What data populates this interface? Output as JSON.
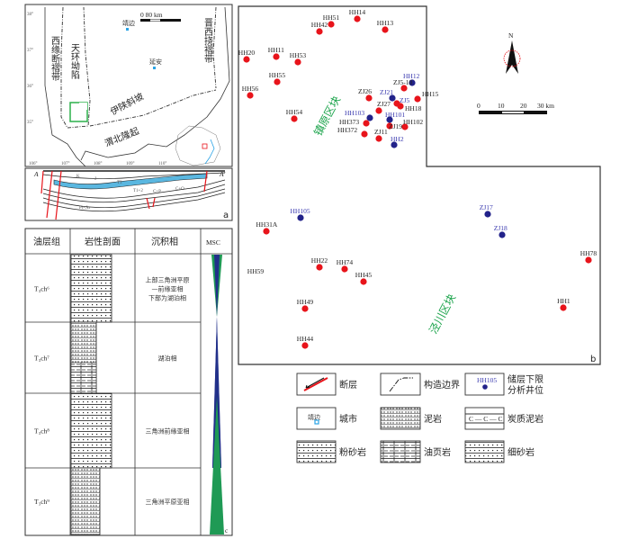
{
  "panel_a": {
    "panel_letter": "a",
    "scale_label": "0    80 km",
    "regions": [
      "西缘断褶带",
      "天环坳陷",
      "伊陕斜坡",
      "晋西挠褶带",
      "渭北隆起"
    ],
    "cities": [
      "靖边",
      "延安"
    ],
    "lat_ticks": [
      "38°",
      "37°",
      "36°",
      "35°"
    ],
    "lon_ticks": [
      "106°",
      "107°",
      "108°",
      "109°",
      "110°"
    ],
    "section_ends": [
      "A",
      "A'"
    ],
    "strata": [
      "K",
      "J",
      "T3",
      "T1+2",
      "C+P",
      "C+O",
      "Pt+Ar"
    ]
  },
  "panel_b": {
    "panel_letter": "b",
    "north_label": "N",
    "scale_ticks": [
      "0",
      "10",
      "20",
      "30 km"
    ],
    "blocks": [
      "镇原区块",
      "泾川区块"
    ],
    "colors": {
      "red_well": "#e8141b",
      "blue_well": "#22228a",
      "blue_label": "#3b3bb0",
      "block_label": "#1aa34a"
    },
    "wells": [
      {
        "name": "HH14",
        "type": "red"
      },
      {
        "name": "HH51",
        "type": "red"
      },
      {
        "name": "HH42",
        "type": "red"
      },
      {
        "name": "HH13",
        "type": "red"
      },
      {
        "name": "HH20",
        "type": "red"
      },
      {
        "name": "HH11",
        "type": "red"
      },
      {
        "name": "HH53",
        "type": "red"
      },
      {
        "name": "HH55",
        "type": "red"
      },
      {
        "name": "HH56",
        "type": "red"
      },
      {
        "name": "HH54",
        "type": "red"
      },
      {
        "name": "HH12",
        "type": "blue"
      },
      {
        "name": "ZJ5-10",
        "type": "red"
      },
      {
        "name": "HH15",
        "type": "red"
      },
      {
        "name": "ZJ21",
        "type": "blue"
      },
      {
        "name": "ZJ26",
        "type": "red"
      },
      {
        "name": "ZJ5",
        "type": "red-bluelabel"
      },
      {
        "name": "HH18",
        "type": "red"
      },
      {
        "name": "ZJ27",
        "type": "red"
      },
      {
        "name": "HH103",
        "type": "blue"
      },
      {
        "name": "HH101",
        "type": "blue"
      },
      {
        "name": "HH373",
        "type": "red"
      },
      {
        "name": "ZJ19",
        "type": "red"
      },
      {
        "name": "HH102",
        "type": "red"
      },
      {
        "name": "HH372",
        "type": "red"
      },
      {
        "name": "ZJ11",
        "type": "red"
      },
      {
        "name": "HH2",
        "type": "blue"
      },
      {
        "name": "HH105",
        "type": "blue"
      },
      {
        "name": "HH31A",
        "type": "red"
      },
      {
        "name": "ZJ17",
        "type": "blue"
      },
      {
        "name": "ZJ18",
        "type": "blue"
      },
      {
        "name": "HH78",
        "type": "red"
      },
      {
        "name": "HH22",
        "type": "red"
      },
      {
        "name": "HH74",
        "type": "red"
      },
      {
        "name": "HH45",
        "type": "red"
      },
      {
        "name": "HH59",
        "type": "label-only"
      },
      {
        "name": "HH49",
        "type": "red"
      },
      {
        "name": "HH1",
        "type": "red"
      },
      {
        "name": "HH44",
        "type": "red"
      }
    ]
  },
  "legend": [
    {
      "label": "断层",
      "icon": "fault-icon"
    },
    {
      "label": "构造边界",
      "icon": "structural-boundary-icon"
    },
    {
      "label": "储层下限分析井位",
      "label_line1": "储层下限",
      "label_line2": "分析井位",
      "sample": "HH105",
      "icon": "well-icon"
    },
    {
      "label": "城市",
      "sample": "靖边",
      "icon": "city-icon"
    },
    {
      "label": "泥岩",
      "icon": "mudstone-pattern"
    },
    {
      "label": "炭质泥岩",
      "icon": "carbonaceous-mudstone-pattern"
    },
    {
      "label": "粉砂岩",
      "icon": "siltstone-pattern"
    },
    {
      "label": "油页岩",
      "icon": "oil-shale-pattern"
    },
    {
      "label": "细砂岩",
      "icon": "fine-sandstone-pattern"
    }
  ],
  "panel_c": {
    "panel_letter": "c",
    "headers": [
      "油层组",
      "岩性剖面",
      "沉积相",
      "MSC"
    ],
    "rows": [
      {
        "unit": "T₃ch⁶",
        "facies": [
          "上部三角洲平原",
          "—前缘亚相",
          "下部为湖泊相"
        ]
      },
      {
        "unit": "T₃ch⁷",
        "facies": [
          "湖泊相"
        ]
      },
      {
        "unit": "T₃ch⁸",
        "facies": [
          "三角洲前缘亚相"
        ]
      },
      {
        "unit": "T₃ch⁹",
        "facies": [
          "三角洲平原亚相"
        ]
      }
    ]
  }
}
